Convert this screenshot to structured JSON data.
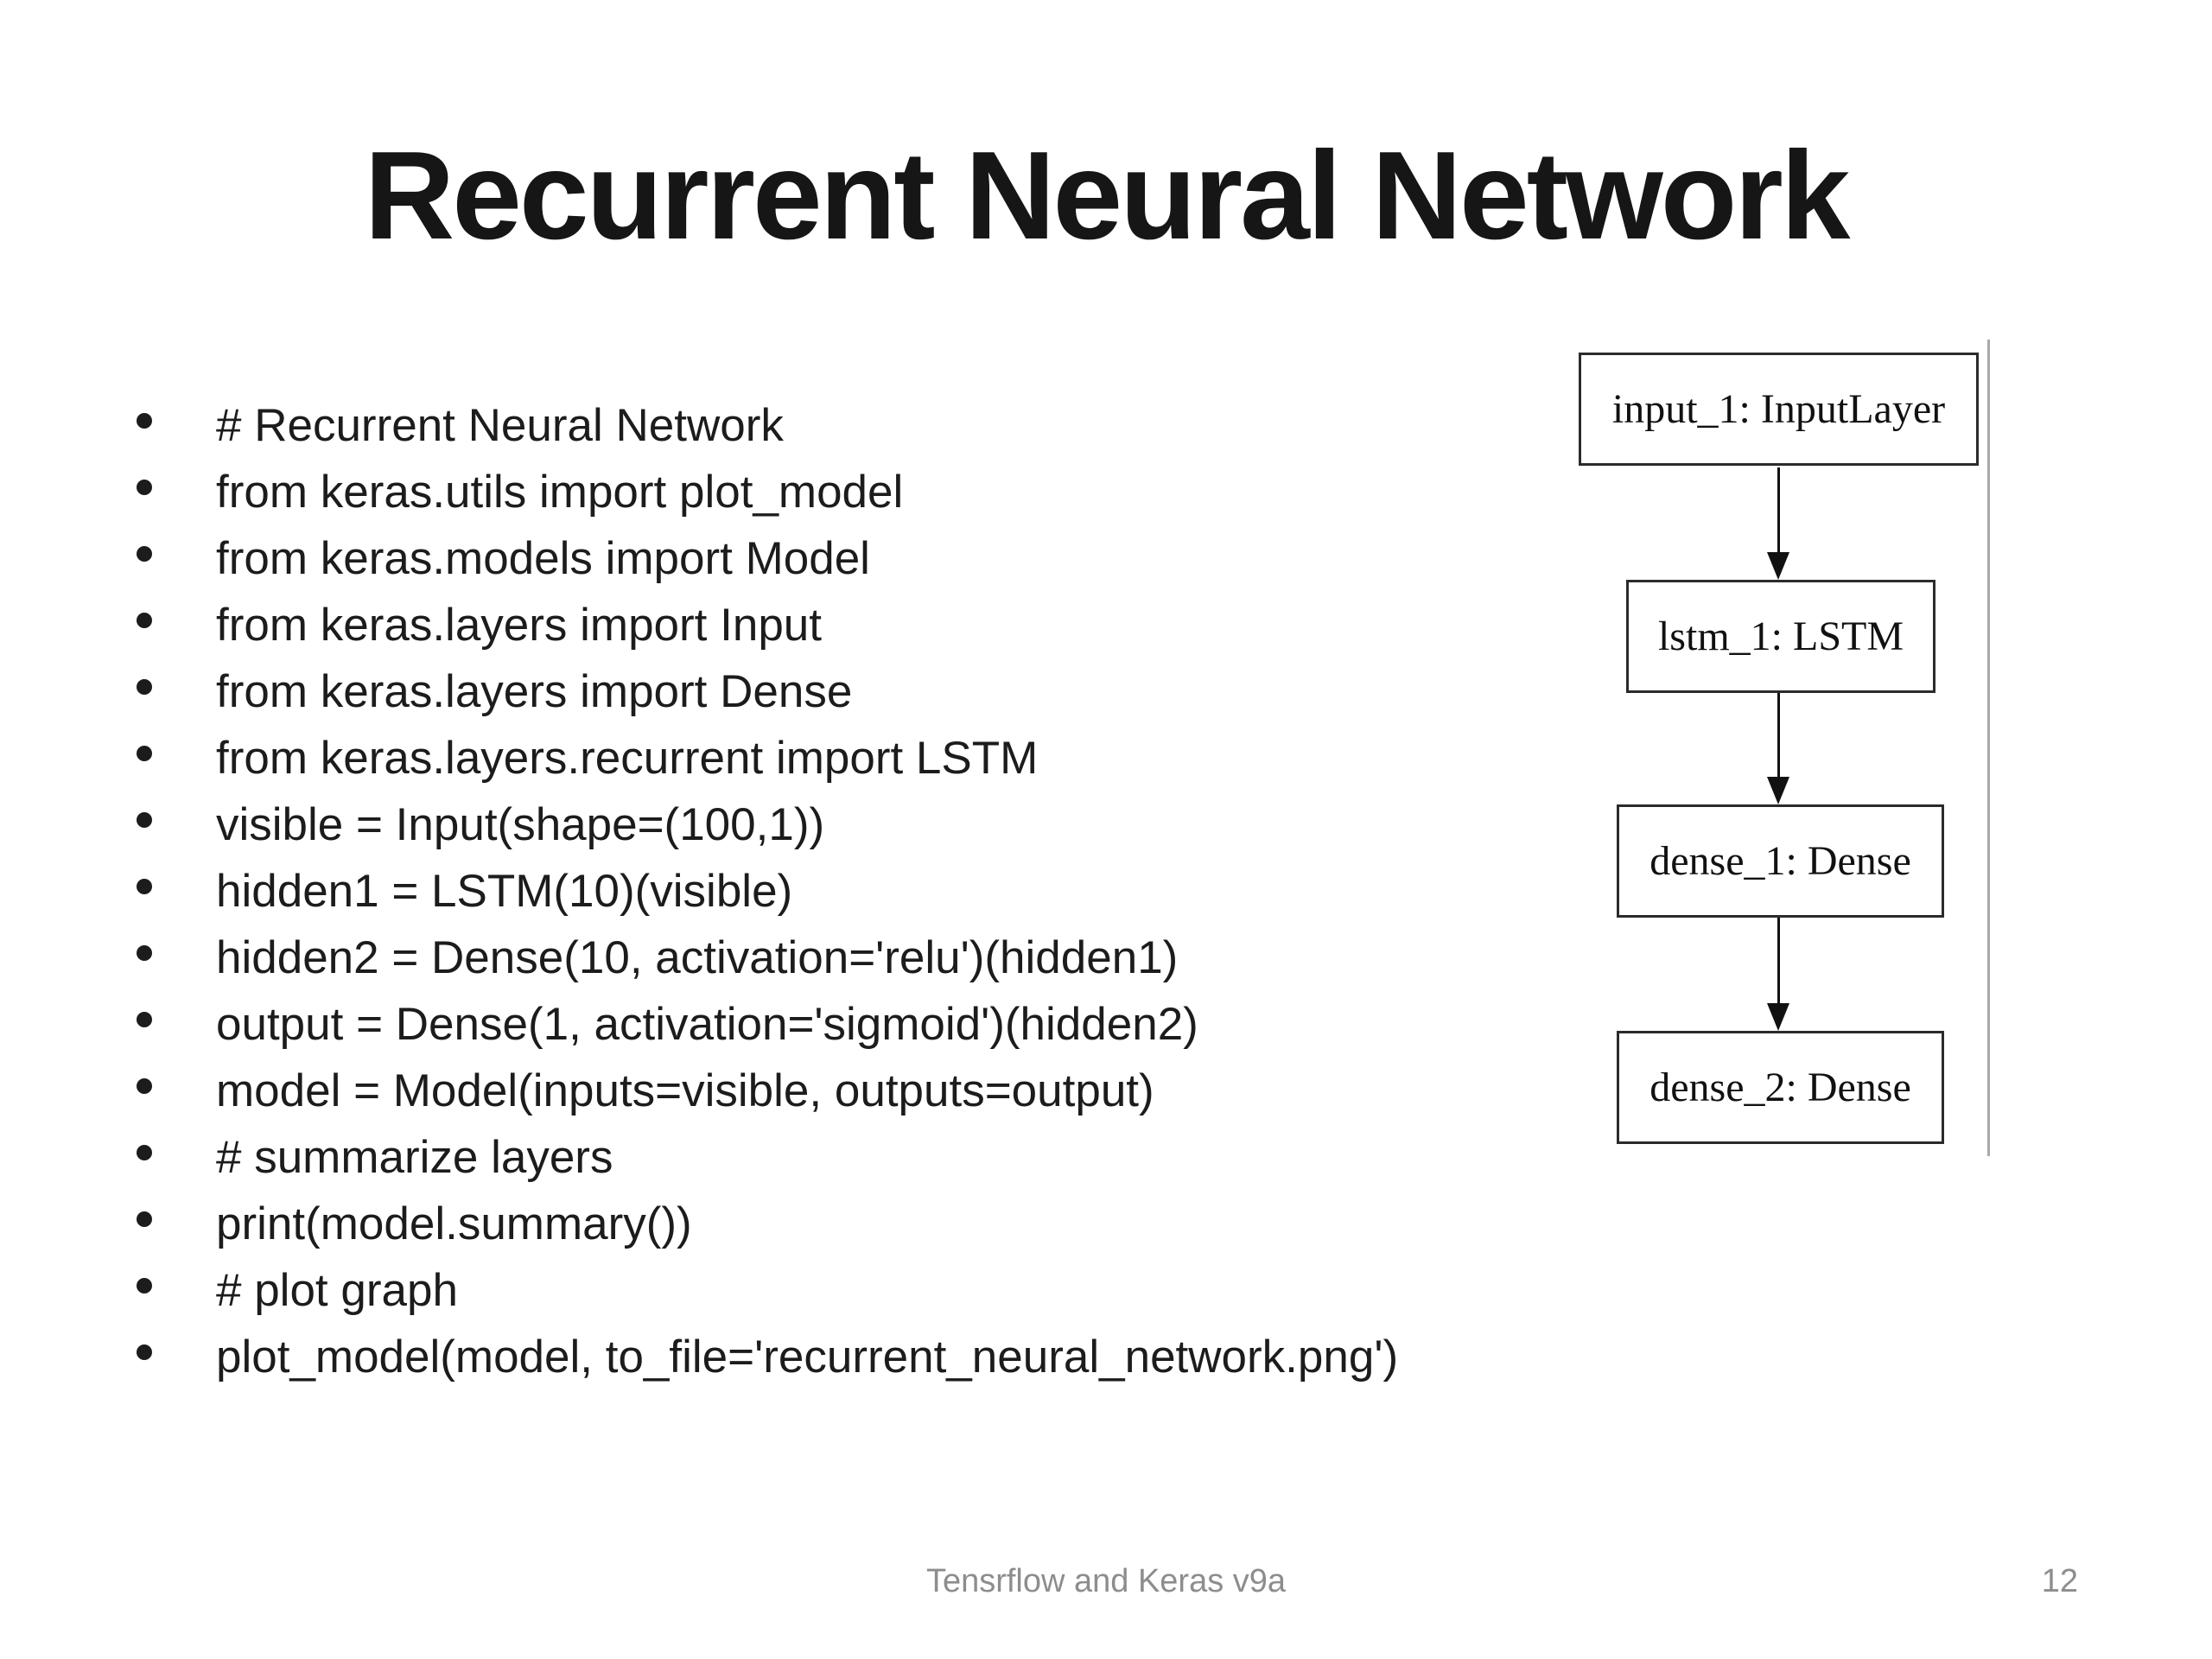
{
  "slide": {
    "title": "Recurrent Neural Network",
    "bullets": [
      "# Recurrent Neural Network",
      "from keras.utils import plot_model",
      "from keras.models import Model",
      "from keras.layers import Input",
      "from keras.layers import Dense",
      "from keras.layers.recurrent import LSTM",
      "visible = Input(shape=(100,1))",
      "hidden1 = LSTM(10)(visible)",
      "hidden2 = Dense(10, activation='relu')(hidden1)",
      "output = Dense(1, activation='sigmoid')(hidden2)",
      "model = Model(inputs=visible, outputs=output)",
      "# summarize layers",
      "print(model.summary())",
      "# plot graph",
      "plot_model(model, to_file='recurrent_neural_network.png')"
    ],
    "diagram": {
      "nodes": [
        {
          "id": "input_1",
          "label": "input_1: InputLayer"
        },
        {
          "id": "lstm_1",
          "label": "lstm_1: LSTM"
        },
        {
          "id": "dense_1",
          "label": "dense_1: Dense"
        },
        {
          "id": "dense_2",
          "label": "dense_2: Dense"
        }
      ],
      "edges": [
        {
          "from": "input_1",
          "to": "lstm_1"
        },
        {
          "from": "lstm_1",
          "to": "dense_1"
        },
        {
          "from": "dense_1",
          "to": "dense_2"
        }
      ]
    },
    "footer": {
      "doc_title": "Tensrflow and Keras v9a",
      "page_number": "12"
    },
    "colors": {
      "background": "#ffffff",
      "text": "#1c1c1c",
      "title_text": "#161616",
      "footer_text": "#8d8d8d",
      "box_border": "#2b2b2b",
      "frame_line": "#a8a8a8"
    }
  }
}
